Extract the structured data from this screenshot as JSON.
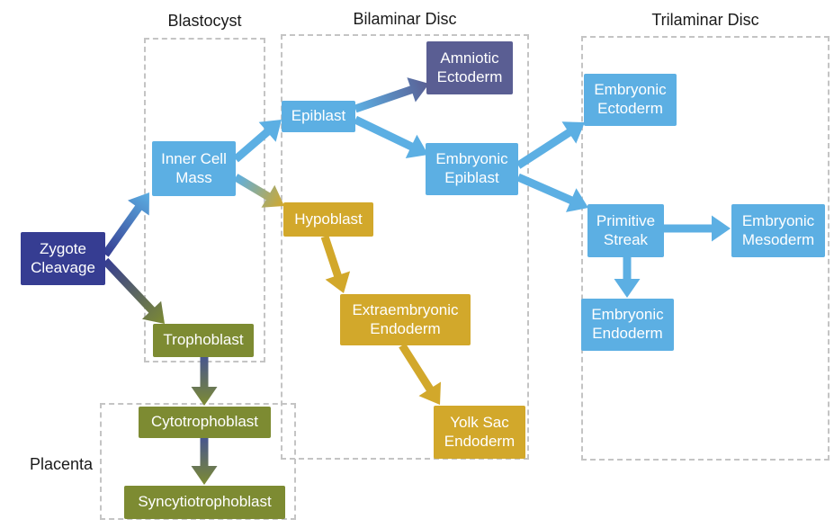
{
  "diagram": {
    "background": "#ffffff",
    "colors": {
      "light_blue": "#5CAFE3",
      "dark_blue": "#363D92",
      "dark_purple": "#5A5E93",
      "gold": "#D2A82B",
      "olive": "#7D8B32",
      "slate": "#47568E",
      "group_border": "#C4C4C4",
      "title_text": "#1A1A1A",
      "node_text": "#FFFFFF"
    },
    "groups": {
      "blastocyst": {
        "label": "Blastocyst"
      },
      "bilaminar": {
        "label": "Bilaminar Disc"
      },
      "trilaminar": {
        "label": "Trilaminar Disc"
      },
      "placenta": {
        "label": "Placenta"
      }
    },
    "nodes": {
      "zygote": {
        "label": "Zygote Cleavage",
        "color": "dark_blue"
      },
      "inner_cell_mass": {
        "label": "Inner Cell Mass",
        "color": "light_blue"
      },
      "trophoblast": {
        "label": "Trophoblast",
        "color": "olive"
      },
      "epiblast": {
        "label": "Epiblast",
        "color": "light_blue"
      },
      "amniotic_ectoderm": {
        "label": "Amniotic Ectoderm",
        "color": "dark_purple"
      },
      "embryonic_epiblast": {
        "label": "Embryonic Epiblast",
        "color": "light_blue"
      },
      "hypoblast": {
        "label": "Hypoblast",
        "color": "gold"
      },
      "extraembryonic_endoderm": {
        "label": "Extraembryonic Endoderm",
        "color": "gold"
      },
      "yolk_sac_endoderm": {
        "label": "Yolk Sac Endoderm",
        "color": "gold"
      },
      "embryonic_ectoderm": {
        "label": "Embryonic Ectoderm",
        "color": "light_blue"
      },
      "primitive_streak": {
        "label": "Primitive Streak",
        "color": "light_blue"
      },
      "embryonic_mesoderm": {
        "label": "Embryonic Mesoderm",
        "color": "light_blue"
      },
      "embryonic_endoderm": {
        "label": "Embryonic Endoderm",
        "color": "light_blue"
      },
      "cytotrophoblast": {
        "label": "Cytotrophoblast",
        "color": "olive"
      },
      "syncytiotrophoblast": {
        "label": "Syncytiotrophoblast",
        "color": "olive"
      }
    },
    "edges": [
      {
        "from": "zygote",
        "to": "inner_cell_mass",
        "start_color": "dark_blue",
        "end_color": "light_blue"
      },
      {
        "from": "zygote",
        "to": "trophoblast",
        "start_color": "dark_blue",
        "end_color": "olive"
      },
      {
        "from": "inner_cell_mass",
        "to": "epiblast",
        "start_color": "light_blue",
        "end_color": "light_blue"
      },
      {
        "from": "inner_cell_mass",
        "to": "hypoblast",
        "start_color": "light_blue",
        "end_color": "gold"
      },
      {
        "from": "epiblast",
        "to": "amniotic_ectoderm",
        "start_color": "light_blue",
        "end_color": "dark_purple"
      },
      {
        "from": "epiblast",
        "to": "embryonic_epiblast",
        "start_color": "light_blue",
        "end_color": "light_blue"
      },
      {
        "from": "embryonic_epiblast",
        "to": "embryonic_ectoderm",
        "start_color": "light_blue",
        "end_color": "light_blue"
      },
      {
        "from": "embryonic_epiblast",
        "to": "primitive_streak",
        "start_color": "light_blue",
        "end_color": "light_blue"
      },
      {
        "from": "primitive_streak",
        "to": "embryonic_mesoderm",
        "start_color": "light_blue",
        "end_color": "light_blue"
      },
      {
        "from": "primitive_streak",
        "to": "embryonic_endoderm",
        "start_color": "light_blue",
        "end_color": "light_blue"
      },
      {
        "from": "hypoblast",
        "to": "extraembryonic_endoderm",
        "start_color": "gold",
        "end_color": "gold"
      },
      {
        "from": "extraembryonic_endoderm",
        "to": "yolk_sac_endoderm",
        "start_color": "gold",
        "end_color": "gold"
      },
      {
        "from": "trophoblast",
        "to": "cytotrophoblast",
        "start_color": "slate",
        "end_color": "olive"
      },
      {
        "from": "cytotrophoblast",
        "to": "syncytiotrophoblast",
        "start_color": "slate",
        "end_color": "olive"
      }
    ]
  }
}
